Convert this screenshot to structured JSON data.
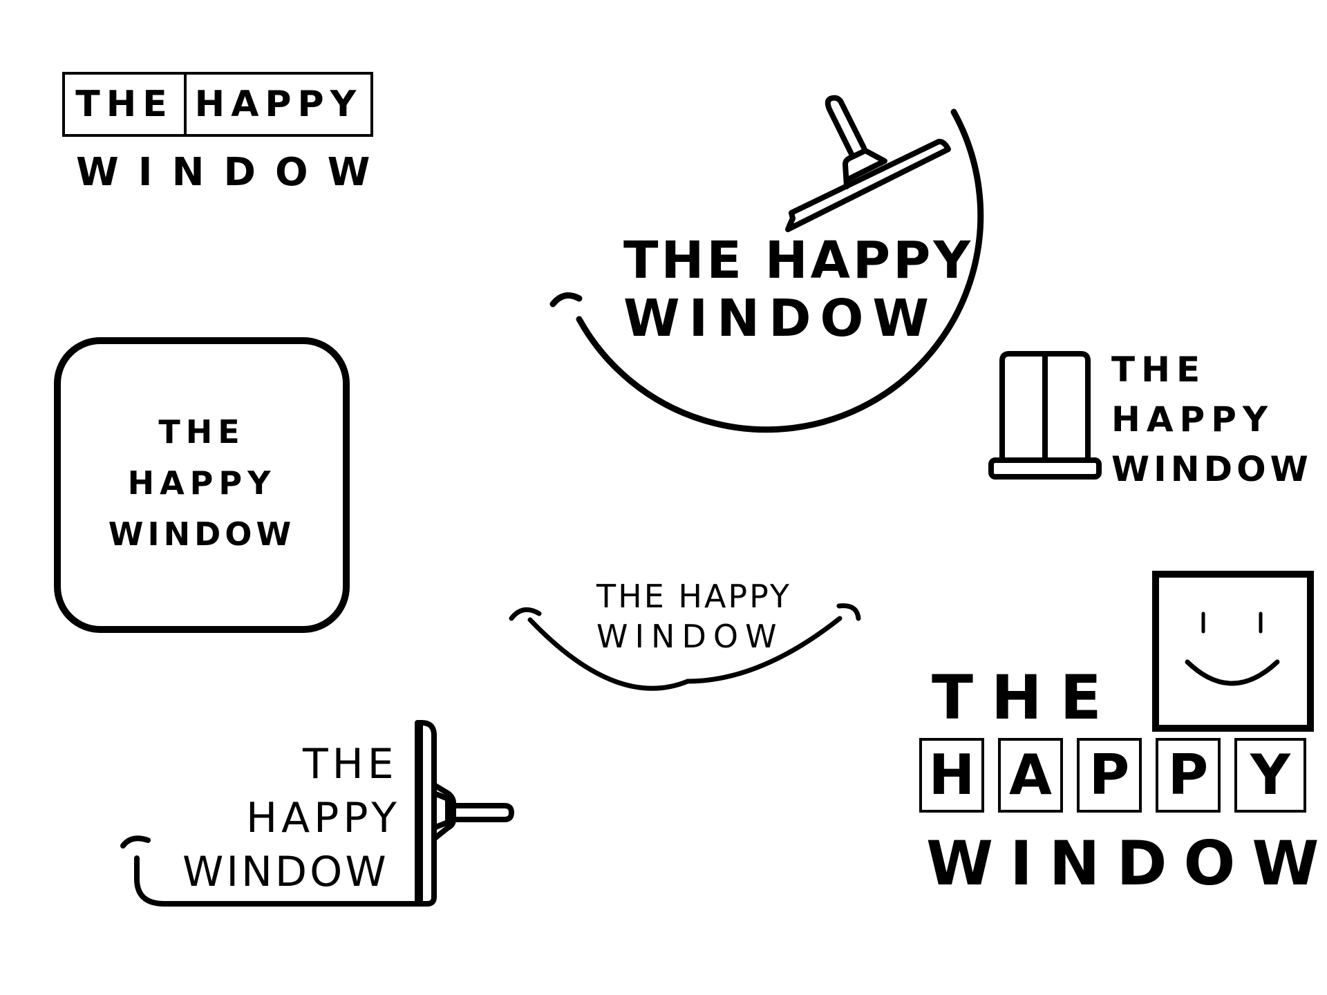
{
  "brand": {
    "name_line1_word1": "THE",
    "name_line1_word2": "HAPPY",
    "name_line1": "THE HAPPY",
    "name_line2": "WINDOW",
    "letters": [
      "H",
      "A",
      "P",
      "P",
      "Y"
    ]
  },
  "colors": {
    "ink": "#000000",
    "background": "#ffffff"
  },
  "logos": [
    {
      "id": "boxed-wordmark",
      "icons": []
    },
    {
      "id": "squeegee-circle",
      "icons": [
        "squeegee-icon",
        "smile-arc-icon"
      ]
    },
    {
      "id": "rounded-square",
      "icons": [
        "rounded-frame-icon"
      ]
    },
    {
      "id": "window-frame",
      "icons": [
        "window-icon"
      ]
    },
    {
      "id": "smile-arc",
      "icons": [
        "smile-arc-icon"
      ]
    },
    {
      "id": "squeegee-side",
      "icons": [
        "squeegee-icon"
      ]
    },
    {
      "id": "smiley-window",
      "icons": [
        "smiley-window-icon"
      ]
    }
  ]
}
